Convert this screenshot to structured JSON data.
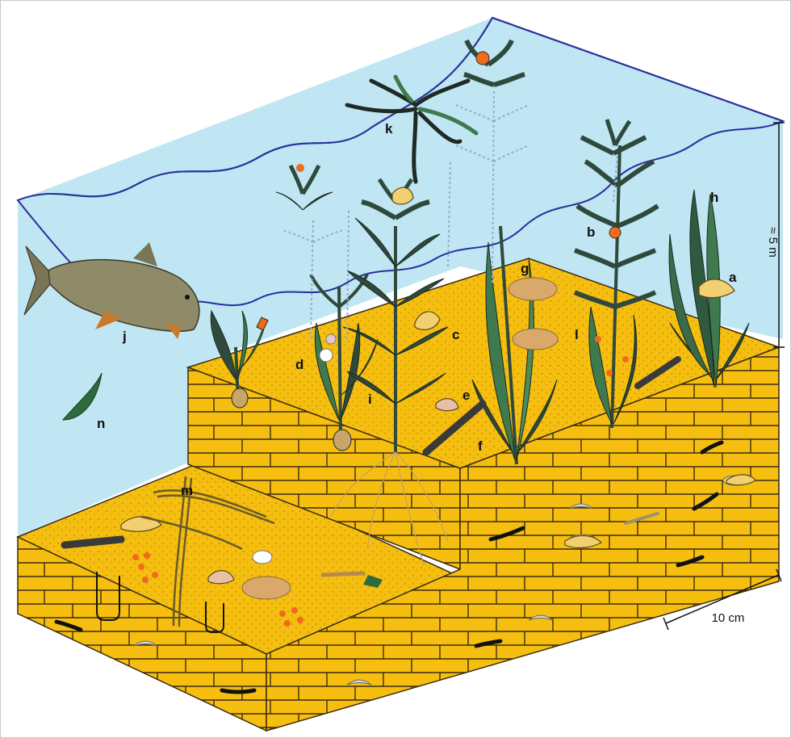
{
  "labels": {
    "a": "a",
    "b": "b",
    "c": "c",
    "d": "d",
    "e": "e",
    "f": "f",
    "g": "g",
    "h": "h",
    "i": "i",
    "j": "j",
    "k": "k",
    "l": "l",
    "m": "m",
    "n": "n"
  },
  "depth_label": "≈ 5 m",
  "scale_label": "10 cm",
  "colors": {
    "water": "#bfe6f2",
    "water_surface_line": "#2a2f9c",
    "sediment": "#f6bf0f",
    "sediment_line": "#3b2a10",
    "plant_dark": "#2f4a3c",
    "plant_green": "#3f7a4e",
    "orange_marker": "#f26a1b"
  }
}
